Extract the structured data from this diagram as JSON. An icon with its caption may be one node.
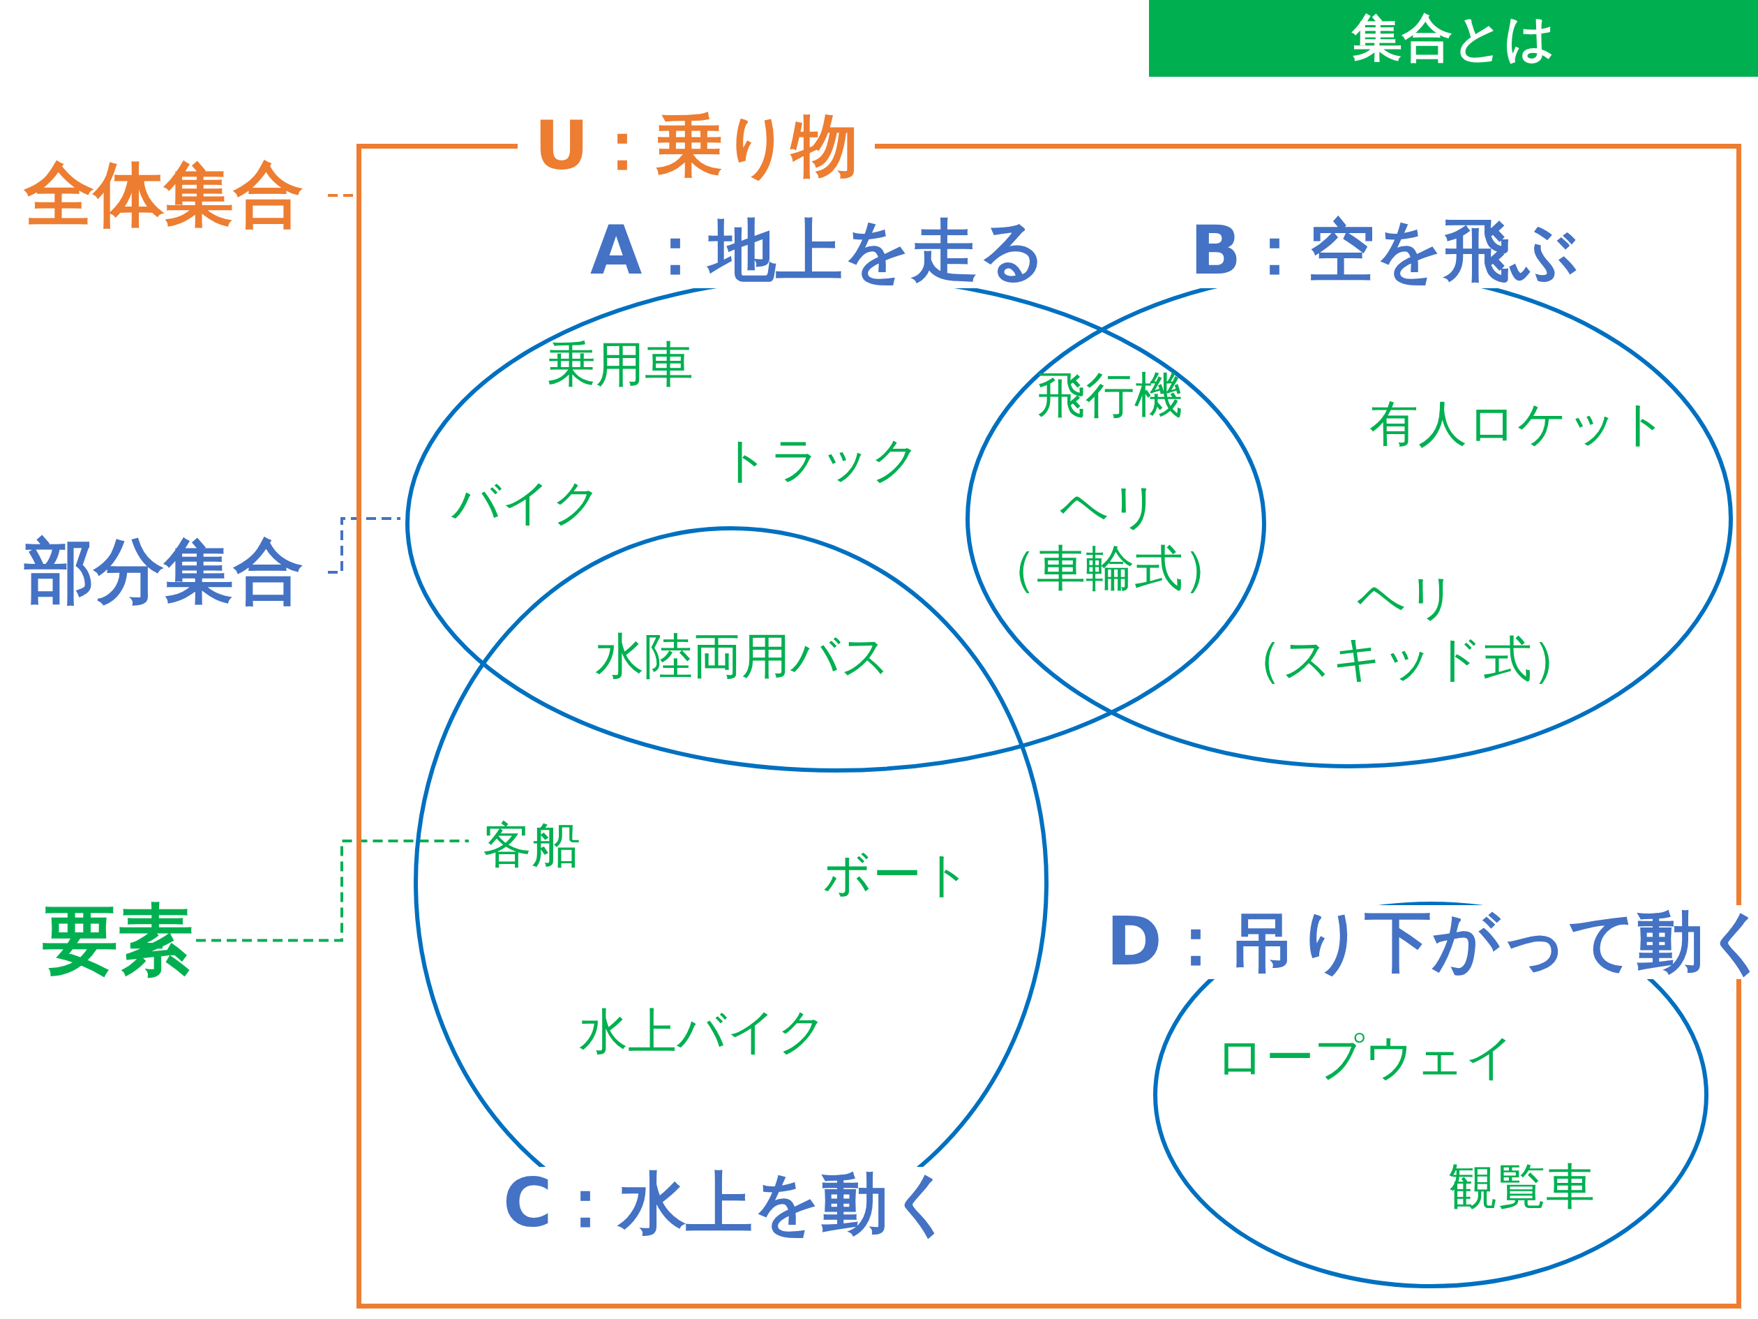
{
  "diagram": {
    "title": "集合とは",
    "nodes": [
      {
        "text": [
          "U：乗り物"
        ]
      },
      {
        "text": [
          "A：地上を走る"
        ],
        "in": 0
      },
      {
        "text": [
          "B：空を飛ぶ"
        ],
        "in": 0
      },
      {
        "text": [
          "C：水上を動く"
        ],
        "in": 0
      },
      {
        "text": [
          "D：吊り下がって動く"
        ],
        "in": 0
      },
      {
        "text": [
          "全体集合"
        ]
      },
      {
        "text": [
          "部分集合"
        ]
      },
      {
        "text": [
          "要素"
        ]
      },
      {
        "text": [
          "客船"
        ],
        "in": 3
      }
    ],
    "edges": [
      {
        "from": 5,
        "to": 0,
        "arrow": "none",
        "style": "dashed",
        "color": "#ed7d31"
      },
      {
        "from": 6,
        "to": 1,
        "arrow": "none",
        "style": "dashed",
        "color": "#4472c4"
      },
      {
        "from": 7,
        "to": 8,
        "arrow": "none",
        "style": "dashed",
        "color": "#00b050"
      }
    ],
    "labels": [
      "乗用車",
      "トラック",
      "バイク",
      "水陸両用バス",
      "飛行機",
      "ヘリ（車輪式）",
      "有人ロケット",
      "ヘリ（スキッド式）",
      "ボート",
      "水上バイク",
      "ロープウェイ",
      "観覧車"
    ]
  }
}
